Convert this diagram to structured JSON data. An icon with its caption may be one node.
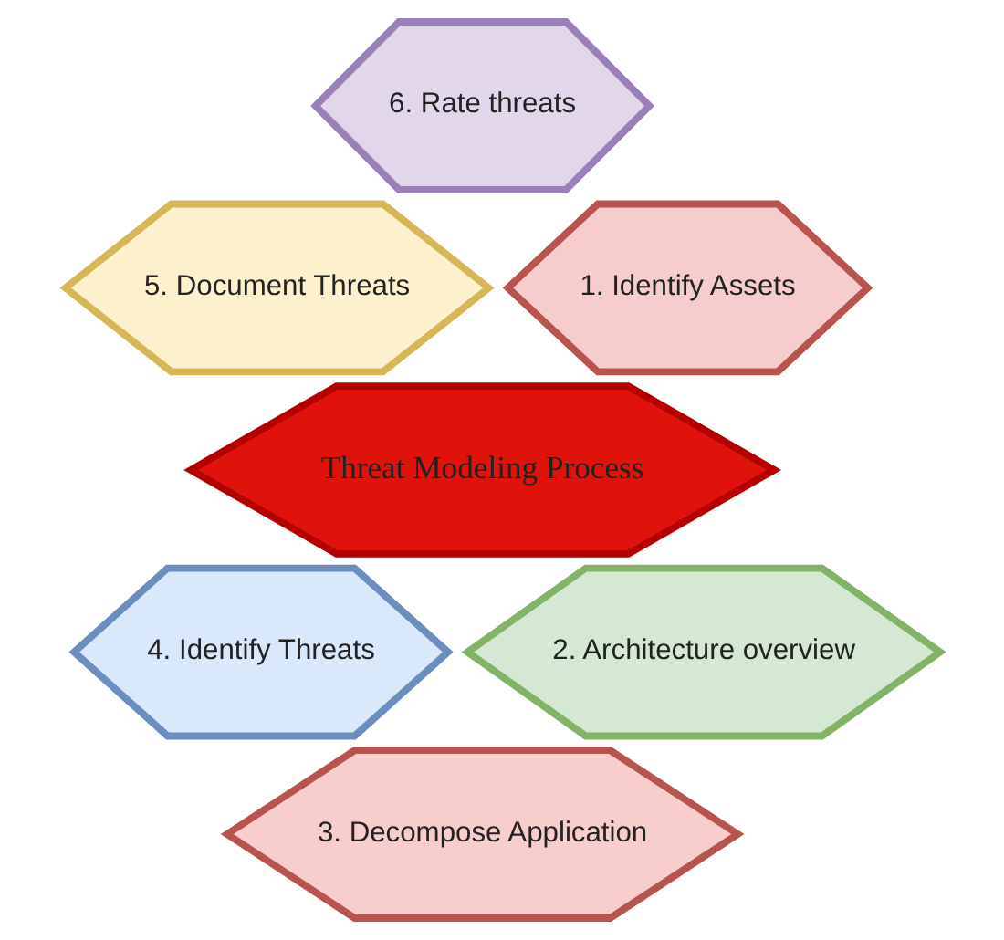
{
  "diagram": {
    "nodes": [
      {
        "text": [
          "6. Rate threats"
        ]
      },
      {
        "text": [
          "5. Document Threats"
        ]
      },
      {
        "text": [
          "1. Identify Assets"
        ]
      },
      {
        "text": [
          "Threat Modeling Process"
        ]
      },
      {
        "text": [
          "4. Identify Threats"
        ]
      },
      {
        "text": [
          "2. Architecture overview"
        ]
      },
      {
        "text": [
          "3. Decompose Application"
        ]
      }
    ],
    "edges": []
  }
}
